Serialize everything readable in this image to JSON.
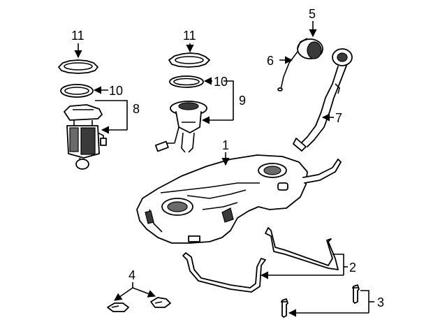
{
  "callouts": {
    "c1": "1",
    "c2": "2",
    "c3": "3",
    "c4": "4",
    "c5": "5",
    "c6": "6",
    "c7": "7",
    "c8": "8",
    "c9": "9",
    "c10a": "10",
    "c10b": "10",
    "c11a": "11",
    "c11b": "11"
  },
  "colors": {
    "line": "#000000",
    "background": "#ffffff",
    "shade": "#6a6a6a"
  }
}
